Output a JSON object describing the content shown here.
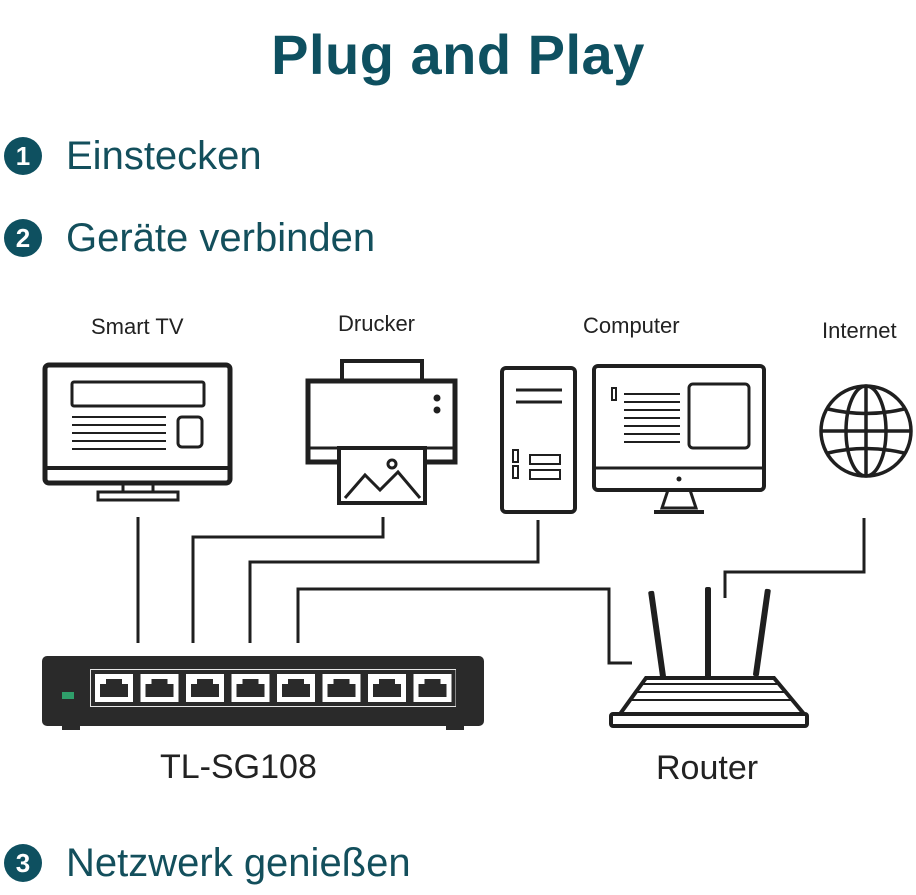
{
  "title": "Plug and Play",
  "steps": [
    {
      "number": "1",
      "label": "Einstecken"
    },
    {
      "number": "2",
      "label": "Geräte verbinden"
    },
    {
      "number": "3",
      "label": "Netzwerk genießen"
    }
  ],
  "devices": {
    "tv": "Smart TV",
    "printer": "Drucker",
    "computer": "Computer",
    "internet": "Internet",
    "switch": "TL-SG108",
    "router": "Router"
  },
  "colors": {
    "accent": "#0e5060",
    "line": "#1f1f1f",
    "switch_body": "#2a2a2a",
    "port_strip": "#e6e6e6",
    "led": "#2f9e6a"
  },
  "icons": [
    "tv-icon",
    "printer-icon",
    "computer-tower-icon",
    "monitor-icon",
    "globe-icon",
    "switch-icon",
    "router-icon"
  ]
}
